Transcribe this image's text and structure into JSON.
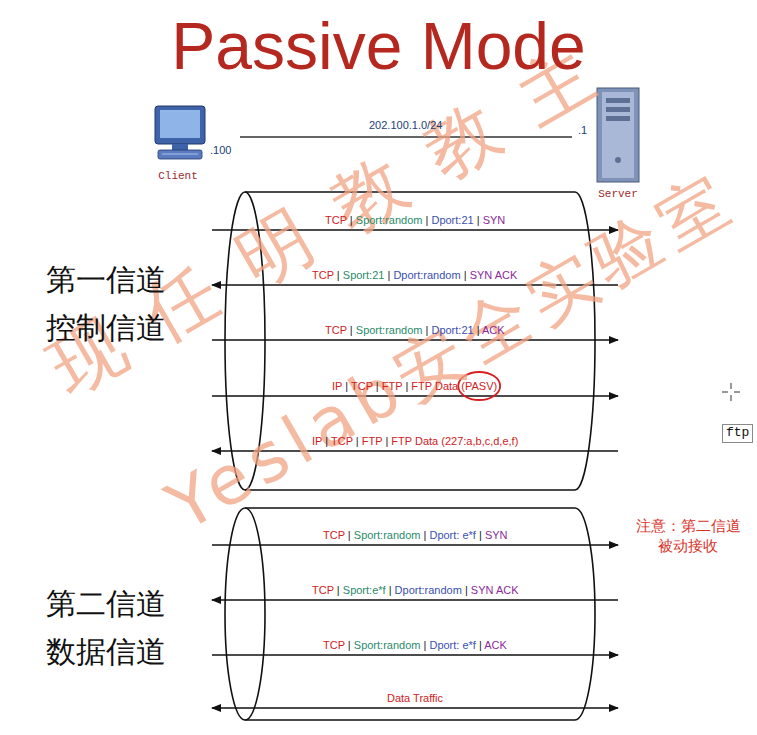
{
  "diagram": {
    "title": "Passive Mode",
    "nodes": [
      {
        "text": [
          "Client",
          ".100"
        ]
      },
      {
        "text": [
          "Server",
          ".1"
        ]
      }
    ],
    "edges": [
      {
        "from": 0,
        "to": 1,
        "arrow": "none",
        "label": "202.100.1.0/24"
      }
    ],
    "labels": [
      "第一信道 控制信道",
      "TCP | Sport:random | Dport:21 | SYN",
      "TCP | Sport:21 | Dport:random | SYN ACK",
      "TCP | Sport:random | Dport:21 | ACK",
      "IP | TCP | FTP | FTP Data (PASV)",
      "IP | TCP | FTP | FTP Data (227:a,b,c,d,e,f)",
      "第二信道 数据信道",
      "注意：第二信道 被动接收",
      "TCP | Sport:random | Dport: e*f | SYN",
      "TCP | Sport:e*f | Dport:random | SYN ACK",
      "TCP | Sport:random | Dport: e*f | ACK",
      "Data Traffic",
      "现任明教教主",
      "Yeslab安全实验室",
      "ftp"
    ]
  }
}
